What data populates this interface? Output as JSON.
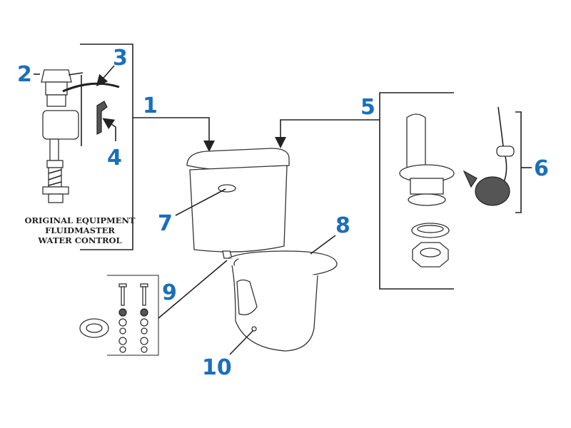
{
  "labels": {
    "n1": "1",
    "n2": "2",
    "n3": "3",
    "n4": "4",
    "n5": "5",
    "n6": "6",
    "n7": "7",
    "n8": "8",
    "n9": "9",
    "n10": "10"
  },
  "caption": {
    "line1": "ORIGINAL EQUIPMENT",
    "line2": "FLUIDMASTER",
    "line3": "WATER CONTROL"
  },
  "colors": {
    "label": "#1b6fbb",
    "line": "#222222"
  }
}
